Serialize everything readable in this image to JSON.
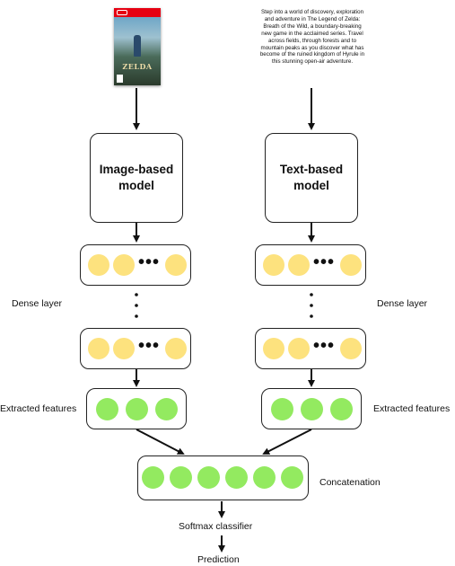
{
  "inputs": {
    "game_cover": {
      "title": "ZELDA",
      "colors": {
        "brand_red": "#e60012"
      }
    },
    "description": "Step into a world of discovery, exploration and adventure in The Legend of Zelda: Breath of the Wild, a boundary-breaking new game in the acclaimed series. Travel across fields, through forests and to mountain peaks as you discover what has become of the ruined kingdom of Hyrule in this stunning open-air adventure."
  },
  "models": {
    "image_model": "Image-based\nmodel",
    "text_model": "Text-based\nmodel"
  },
  "labels": {
    "dense_left": "Dense layer",
    "dense_right": "Dense layer",
    "features_left": "Extracted features",
    "features_right": "Extracted features",
    "concatenation": "Concatenation",
    "softmax": "Softmax classifier",
    "prediction": "Prediction"
  },
  "colors": {
    "dense_node": "#fde27e",
    "feature_node": "#93ea60",
    "border": "#222222"
  }
}
